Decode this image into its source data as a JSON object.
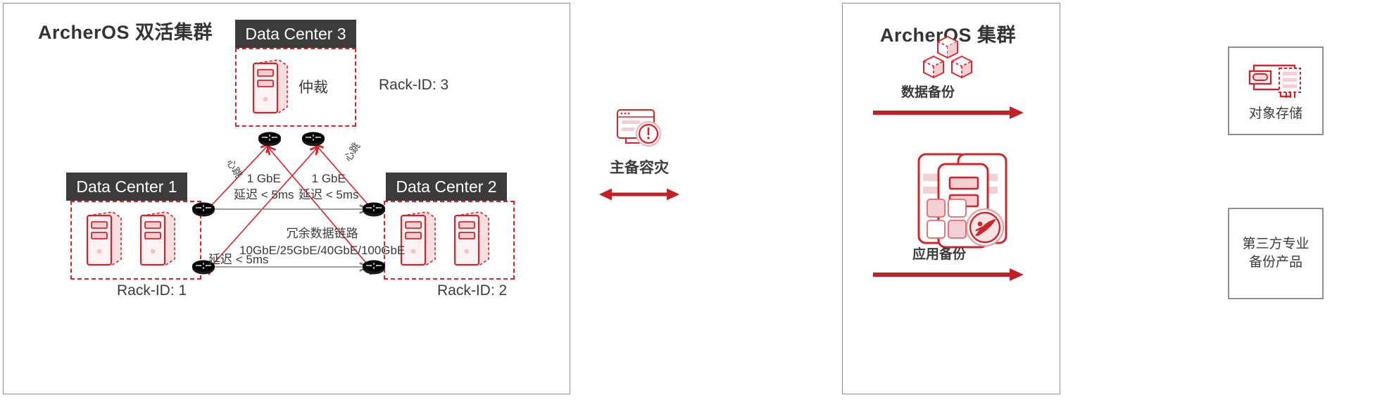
{
  "colors": {
    "accent_red": "#d6242a",
    "dark_header": "#3b3b3b",
    "text": "#3a3a3a",
    "panel_border": "#8d8d8d",
    "pale_red": "#f2cfd2",
    "gray_line": "#808080"
  },
  "left_panel": {
    "title": "ArcherOS 双活集群",
    "data_centers": [
      {
        "id": "dc3",
        "header": "Data Center 3",
        "rack_id": "Rack-ID: 3",
        "node_label": "仲裁",
        "servers": 1
      },
      {
        "id": "dc1",
        "header": "Data Center 1",
        "rack_id": "Rack-ID: 1",
        "node_label": "",
        "servers": 2
      },
      {
        "id": "dc2",
        "header": "Data Center 2",
        "rack_id": "Rack-ID: 2",
        "node_label": "",
        "servers": 2
      }
    ],
    "heartbeat_left": "心跳",
    "heartbeat_right": "心跳",
    "link_left": {
      "speed": "1 GbE",
      "latency": "延迟 < 5ms"
    },
    "link_right": {
      "speed": "1 GbE",
      "latency": "延迟 < 5ms"
    },
    "data_link": {
      "title": "冗余数据链路",
      "speeds": "10GbE/25GbE/40GbE/100GbE",
      "latency": "延迟 < 5ms"
    }
  },
  "center": {
    "label": "主备容灾",
    "icon": "alert-window-icon",
    "arrow": "double-arrow-icon"
  },
  "mid_panel": {
    "title": "ArcherOS 集群",
    "icon": "server-cluster-icon"
  },
  "backup_flows": [
    {
      "icon": "cubes-icon",
      "label": "数据备份",
      "target_icon": "object-storage-icon",
      "target_label": "对象存储"
    },
    {
      "icon": "app-squares-icon",
      "label": "应用备份",
      "target_icon": "",
      "target_label_line1": "第三方专业",
      "target_label_line2": "备份产品"
    }
  ]
}
